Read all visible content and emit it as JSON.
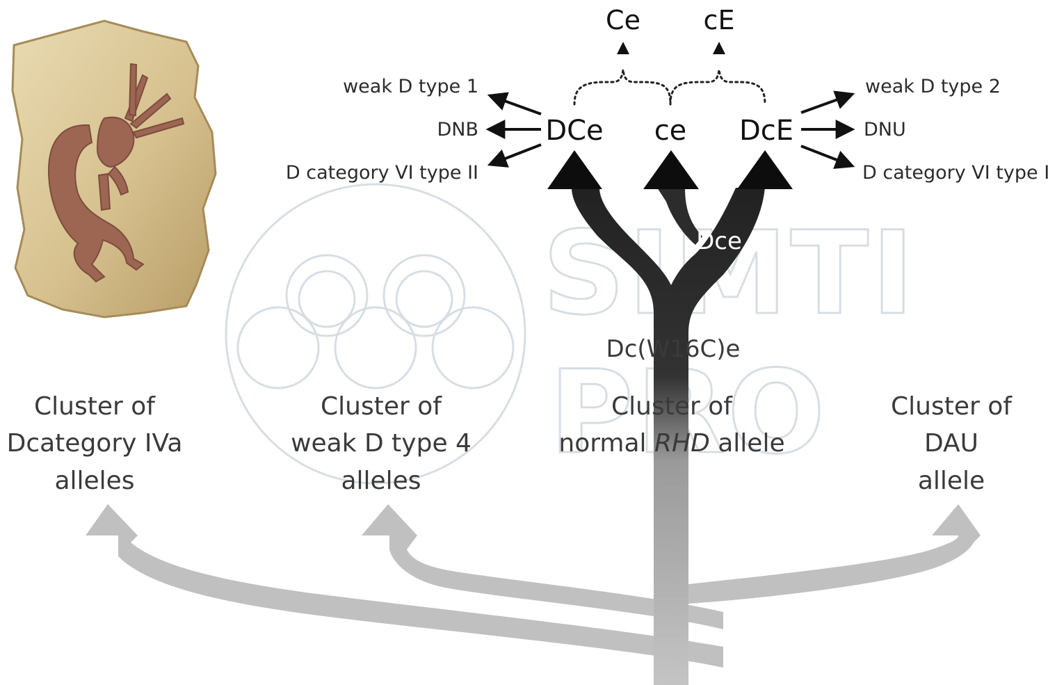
{
  "top_labels": [
    "Ce",
    "cE"
  ],
  "left_variants": [
    "weak D type 1",
    "DNB",
    "D category VI type II"
  ],
  "right_variants": [
    "weak D type 2",
    "DNU",
    "D category VI type I"
  ],
  "haplotypes": [
    "DCe",
    "ce",
    "DcE"
  ],
  "intermediates": [
    "Dce",
    "Dc(W16C)e"
  ],
  "clusters": [
    {
      "lines": [
        "Cluster of",
        "Dcategory IVa",
        "alleles"
      ]
    },
    {
      "lines": [
        "Cluster of",
        "weak D type 4",
        "alleles"
      ]
    },
    {
      "lines": [
        "Cluster of",
        "normal ",
        "RHD",
        " allele"
      ]
    },
    {
      "lines": [
        "Cluster of",
        "DAU",
        "allele"
      ]
    }
  ],
  "watermark": {
    "line1": "SIMTI",
    "line2": "PRO"
  },
  "colors": {
    "dark_arrow": "#111111",
    "trunk_gray": "#2f2f2f",
    "light_gray": "#bdbdbd",
    "watermark": "#c9d3db",
    "stone": "#dcc898",
    "figure": "#9c6653"
  }
}
